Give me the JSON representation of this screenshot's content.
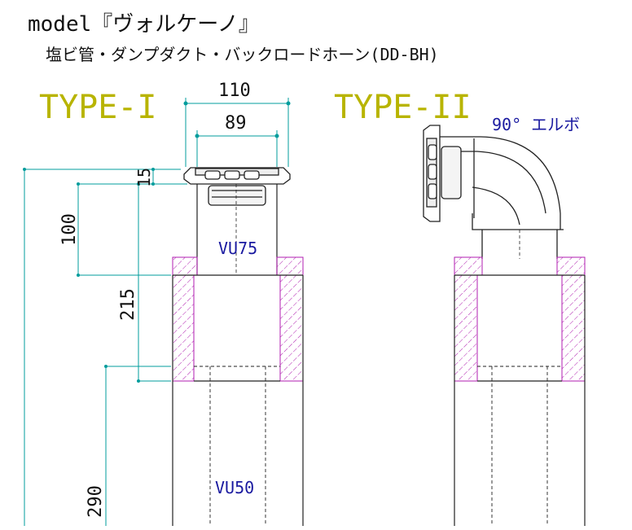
{
  "header": {
    "title": "model『ヴォルケーノ』",
    "subtitle": "塩ビ管・ダンプダクト・バックロードホーン(DD-BH)"
  },
  "type1": {
    "label": "TYPE-I",
    "dims": {
      "outer_width": "110",
      "inner_width": "89",
      "flange": "15",
      "upper_pipe": "100",
      "socket": "215",
      "total": "290"
    },
    "pipe_upper": "VU75",
    "pipe_lower": "VU50"
  },
  "type2": {
    "label": "TYPE-II",
    "elbow_note": "90° エルボ"
  },
  "colors": {
    "type_label": "#b8b400",
    "dimension_line": "#009c9c",
    "pipe_label": "#1a1aa0",
    "hatch": "#b01eb0",
    "outline": "#222222"
  }
}
